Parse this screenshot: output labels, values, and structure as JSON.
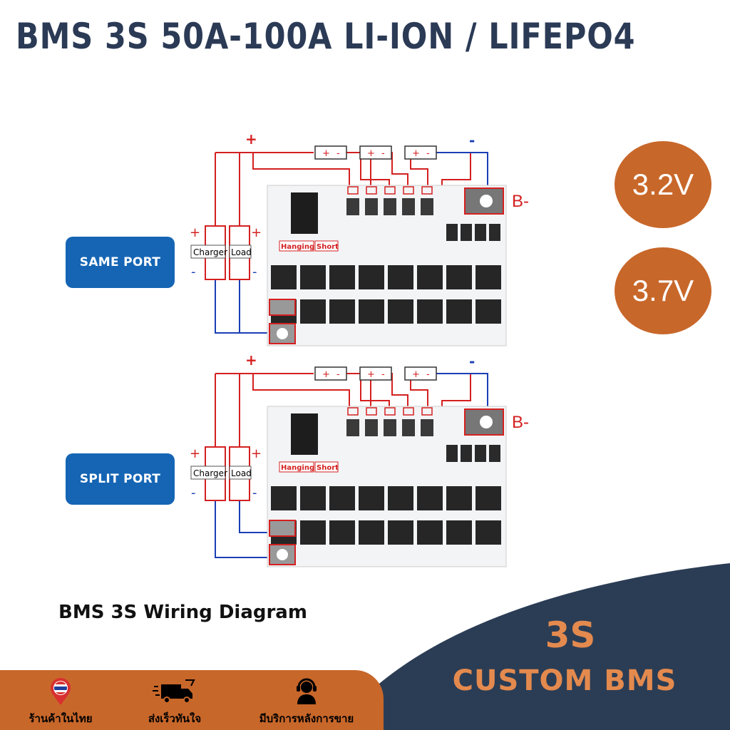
{
  "title": "BMS 3S 50A-100A LI-ION / LIFEPO4",
  "ports": [
    {
      "label": "SAME PORT"
    },
    {
      "label": "SPLIT PORT"
    }
  ],
  "voltages": [
    "3.2V",
    "3.7V"
  ],
  "diagram": {
    "plus": "+",
    "minus": "-",
    "b_minus": "B-",
    "charger": "Charger",
    "load": "Load",
    "hanging": "Hanging",
    "short": "Short",
    "cell_plus": "+",
    "cell_minus": "-"
  },
  "caption": "BMS 3S Wiring Diagram",
  "brand": {
    "line1": "3S",
    "line2": "CUSTOM BMS"
  },
  "features": [
    {
      "icon": "thailand-flag-pin-icon",
      "label": "ร้านค้าในไทย"
    },
    {
      "icon": "delivery-truck-icon",
      "label": "ส่งเร็วทันใจ"
    },
    {
      "icon": "support-agent-icon",
      "label": "มีบริการหลังการขาย"
    }
  ],
  "colors": {
    "title": "#2b3a55",
    "button": "#1565b4",
    "badge": "#c8672a",
    "wave": "#2b3d55",
    "brand_text": "#e48a4e",
    "wire_red": "#d42020",
    "wire_blue": "#1a3fb5"
  }
}
